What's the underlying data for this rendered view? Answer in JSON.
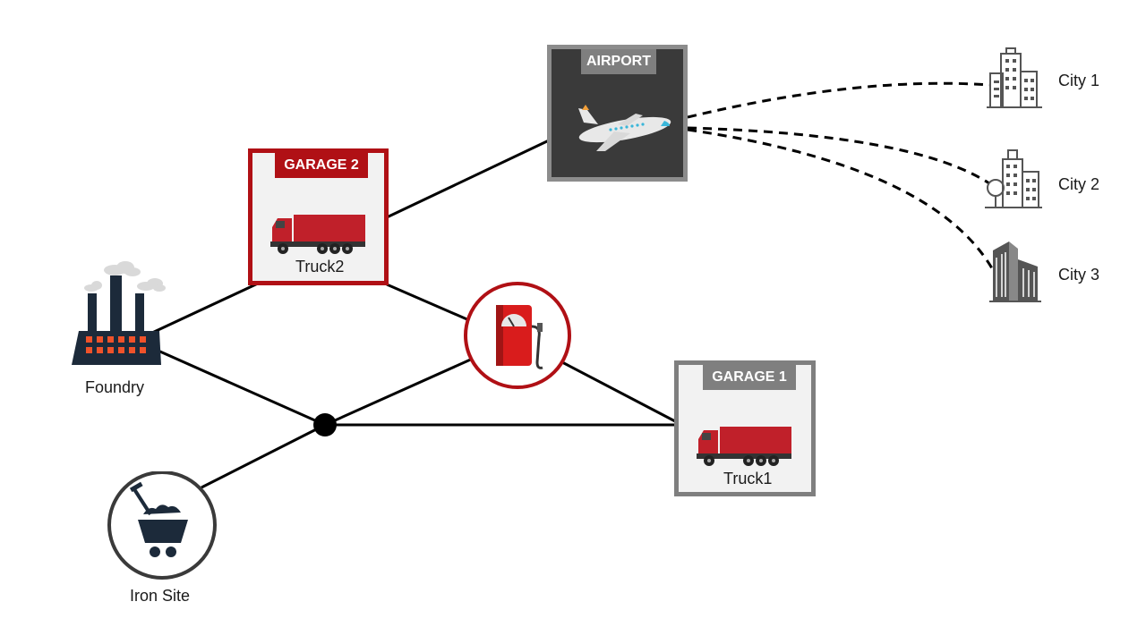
{
  "colors": {
    "line": "#000000",
    "garage2_border": "#b01015",
    "garage1_border": "#7f7f7f",
    "airport_border": "#8c8c8c",
    "airport_fill": "#3a3a3a",
    "box_fill": "#f2f2f2",
    "truck_red": "#c0202a",
    "factory_navy": "#1c2a3a",
    "factory_windows": "#f0522a",
    "pump_red": "#d91c1c"
  },
  "nodes": {
    "foundry": {
      "label": "Foundry",
      "icon": "factory-icon"
    },
    "iron_site": {
      "label": "Iron Site",
      "icon": "mine-cart-icon"
    },
    "junction": {
      "icon": "junction-dot"
    },
    "fuel_station": {
      "icon": "fuel-pump-icon"
    },
    "garage2": {
      "tag": "GARAGE 2",
      "vehicle": "Truck2",
      "icon": "truck-icon"
    },
    "garage1": {
      "tag": "GARAGE 1",
      "vehicle": "Truck1",
      "icon": "truck-icon"
    },
    "airport": {
      "tag": "AIRPORT",
      "icon": "airplane-icon"
    },
    "cities": [
      {
        "label": "City 1",
        "icon": "city-buildings-icon"
      },
      {
        "label": "City 2",
        "icon": "city-buildings-tree-icon"
      },
      {
        "label": "City 3",
        "icon": "skyscraper-icon"
      }
    ]
  }
}
